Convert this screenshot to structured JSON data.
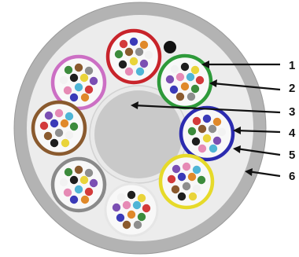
{
  "figure": {
    "type": "cable-cross-section",
    "callouts": [
      {
        "label": "1"
      },
      {
        "label": "2"
      },
      {
        "label": "3"
      },
      {
        "label": "4"
      },
      {
        "label": "5"
      },
      {
        "label": "6"
      }
    ],
    "colors": {
      "outer_jacket": "#b3b3b3",
      "outer_jacket_edge": "#9a9a9a",
      "inner_fill": "#ececec",
      "central_member": "#c9c9c9",
      "central_member_ring": "#e9e9e9",
      "tube_colors": {
        "red": "#c8242b",
        "green": "#2e9a3a",
        "blue": "#2b2bb0",
        "yellow": "#e6da2a",
        "white": "#e6e6e6",
        "gray": "#8a8a8a",
        "brown": "#8a5a2e",
        "violet": "#cc6fc4"
      },
      "fiber_colors": [
        "#d33a3a",
        "#3a3ab8",
        "#e0892a",
        "#3c8b3c",
        "#8a5a2e",
        "#8e8e8e",
        "#f2f2f2",
        "#1e1e1e",
        "#e9d43a",
        "#7b4fb3",
        "#e68ab5",
        "#4fb5d6"
      ]
    }
  }
}
